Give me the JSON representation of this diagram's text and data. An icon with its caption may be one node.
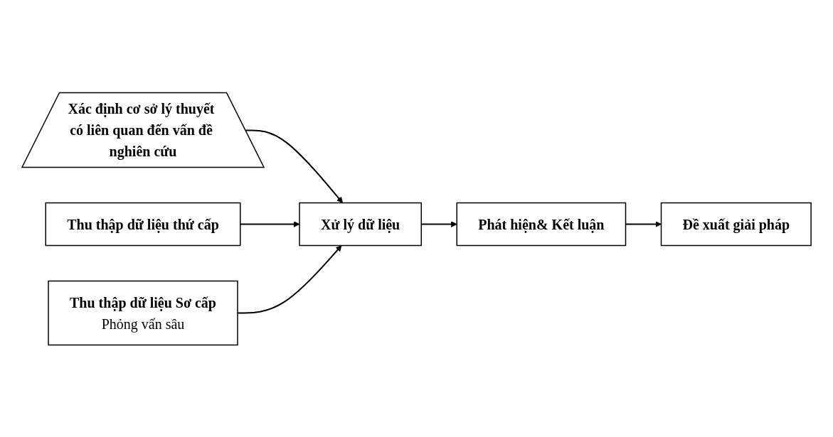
{
  "diagram": {
    "nodes": [
      {
        "text": [
          "Xác định cơ sở lý thuyết có liên quan đến vấn đề nghiên cứu"
        ]
      },
      {
        "text": [
          "Thu thập dữ liệu thứ cấp"
        ]
      },
      {
        "text": [
          "Thu thập dữ liệu Sơ cấp",
          "Phỏng vấn sâu"
        ]
      },
      {
        "text": [
          "Xử lý dữ liệu"
        ]
      },
      {
        "text": [
          "Phát hiện& Kết luận"
        ]
      },
      {
        "text": [
          "Đề xuất giải pháp"
        ]
      }
    ],
    "edges": [
      {
        "from": 0,
        "to": 3,
        "arrow": "to"
      },
      {
        "from": 1,
        "to": 3,
        "arrow": "to"
      },
      {
        "from": 2,
        "to": 3,
        "arrow": "to"
      },
      {
        "from": 3,
        "to": 4,
        "arrow": "to"
      },
      {
        "from": 4,
        "to": 5,
        "arrow": "to"
      }
    ]
  }
}
